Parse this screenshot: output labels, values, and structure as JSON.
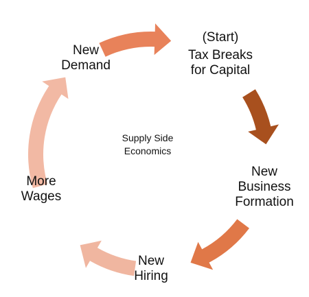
{
  "diagram": {
    "center": {
      "lines": [
        "Supply Side",
        "Economics"
      ]
    },
    "nodes": [
      {
        "id": "tax-breaks",
        "lines": [
          "(Start)",
          "Tax Breaks",
          "for Capital"
        ]
      },
      {
        "id": "new-business",
        "lines": [
          "New",
          "Business",
          "Formation"
        ]
      },
      {
        "id": "new-hiring",
        "lines": [
          "New",
          "Hiring"
        ]
      },
      {
        "id": "more-wages",
        "lines": [
          "More",
          "Wages"
        ]
      },
      {
        "id": "new-demand",
        "lines": [
          "New",
          "Demand"
        ]
      }
    ],
    "arrows": [
      {
        "from": "new-demand",
        "to": "tax-breaks",
        "color": "#E8825A"
      },
      {
        "from": "tax-breaks",
        "to": "new-business",
        "color": "#A8501E"
      },
      {
        "from": "new-business",
        "to": "new-hiring",
        "color": "#E07848"
      },
      {
        "from": "new-hiring",
        "to": "more-wages",
        "color": "#F0B6A0"
      },
      {
        "from": "more-wages",
        "to": "new-demand",
        "color": "#F2B9A4"
      }
    ]
  }
}
